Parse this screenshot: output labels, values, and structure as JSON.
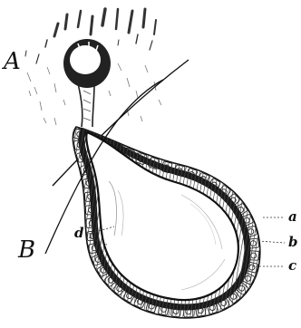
{
  "figure": {
    "labels": {
      "A": "A",
      "B": "B",
      "a": "a",
      "b": "b",
      "c": "c",
      "d": "d"
    },
    "colors": {
      "ink": "#111111",
      "paper": "#ffffff",
      "hatch": "#444444"
    }
  }
}
